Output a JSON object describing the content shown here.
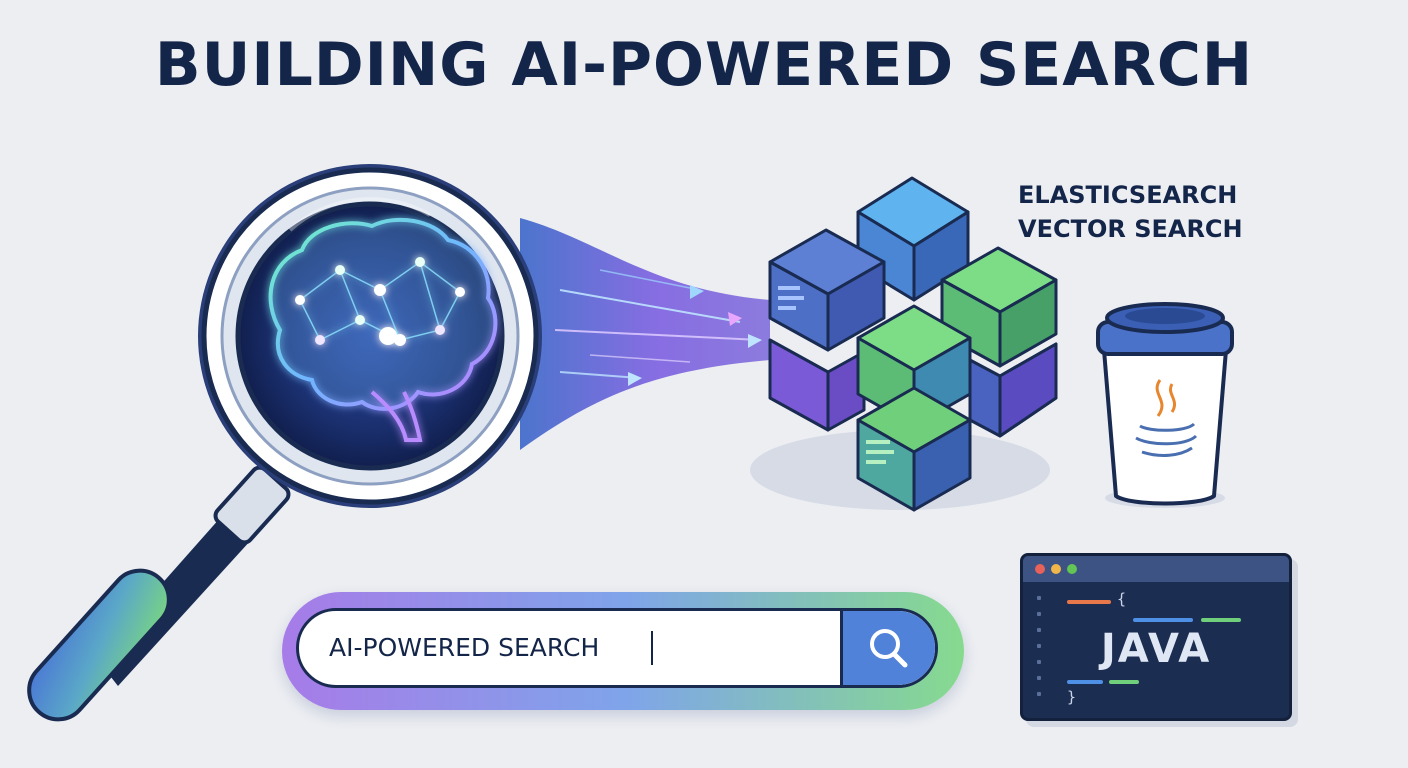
{
  "title": "BUILDING AI-POWERED SEARCH",
  "side_label": {
    "line1": "ELASTICSEARCH",
    "line2": "VECTOR SEARCH"
  },
  "search": {
    "value": "AI-POWERED SEARCH"
  },
  "code_window": {
    "label": "JAVA",
    "open_brace": "{",
    "close_brace": "}"
  },
  "icons": [
    "magnifier-icon",
    "brain-icon",
    "vector-cubes-icon",
    "java-cup-icon",
    "search-icon"
  ],
  "colors": {
    "title": "#14254a",
    "accent_blue": "#4f82d8",
    "accent_green": "#6fcf7a",
    "accent_purple": "#8e6be0",
    "background": "#eceef2"
  }
}
